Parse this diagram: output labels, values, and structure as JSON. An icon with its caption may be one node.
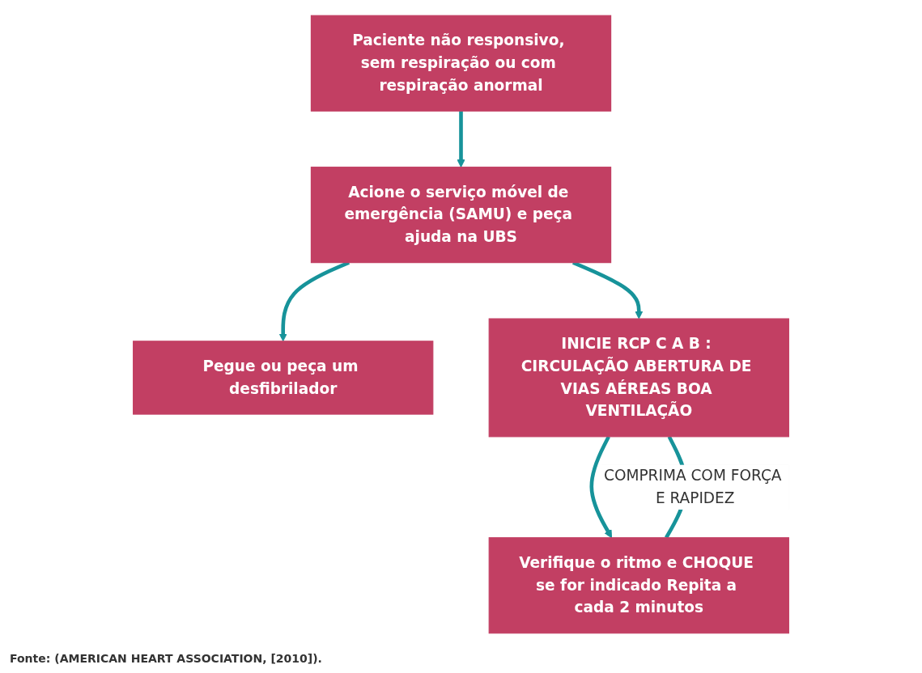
{
  "diagram": {
    "caption": "Fonte: (AMERICAN HEART ASSOCIATION, [2010]).",
    "nodes": [
      {
        "text": [
          "Paciente não responsivo, sem respiração ou com respiração anormal"
        ]
      },
      {
        "text": [
          "Acione o serviço móvel de emergência (SAMU) e peça ajuda na UBS"
        ]
      },
      {
        "text": [
          "Pegue ou peça um desfibrilador"
        ]
      },
      {
        "text": [
          "INICIE RCP C A B : CIRCULAÇÃO ABERTURA DE VIAS AÉREAS BOA VENTILAÇÃO"
        ]
      },
      {
        "text": [
          "Verifique o ritmo e CHOQUE se for indicado Repita a cada 2 minutos"
        ]
      }
    ],
    "edges": [
      {
        "from": 0,
        "to": 1,
        "arrow": "to"
      },
      {
        "from": 1,
        "to": 2,
        "arrow": "to"
      },
      {
        "from": 1,
        "to": 3,
        "arrow": "to"
      },
      {
        "from": 3,
        "to": 4,
        "arrow": "to"
      },
      {
        "from": 4,
        "to": 3,
        "arrow": "none",
        "label": "COMPRIMA COM FORÇA E RAPIDEZ"
      }
    ]
  }
}
